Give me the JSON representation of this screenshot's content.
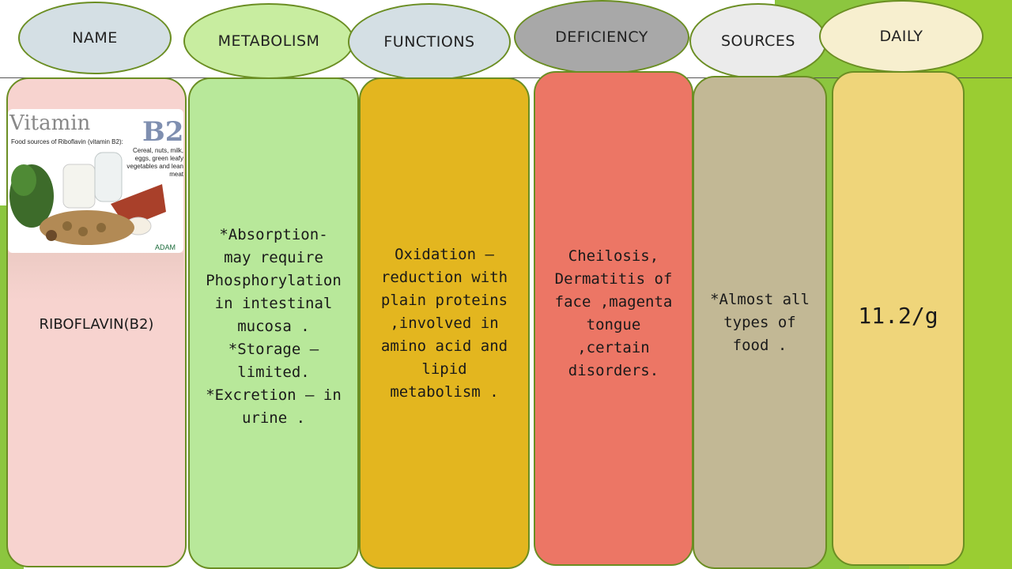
{
  "headers": {
    "name": "NAME",
    "metabolism": "METABOLISM",
    "functions": "FUNCTIONS",
    "deficiency": "DEFICIENCY",
    "sources": "SOURCES",
    "daily": "DAILY"
  },
  "image": {
    "title": "Vitamin",
    "title_suffix": "B2",
    "caption": "Food sources of Riboflavin (vitamin B2):",
    "list": "Cereal, nuts, milk, eggs, green leafy vegetables and lean meat",
    "brand": "ADAM"
  },
  "cells": {
    "name": "RIBOFLAVIN(B2)",
    "metabolism": "*Absorption-\nmay require\nPhosphorylation\nin intestinal\nmucosa .\n*Storage –\nlimited.\n*Excretion – in\nurine .",
    "functions": "Oxidation –\nreduction with\nplain proteins\n,involved in\namino acid and\nlipid\nmetabolism .",
    "deficiency": "Cheilosis,\nDermatitis of\nface ,magenta\ntongue\n,certain\ndisorders.",
    "sources": "*Almost all\ntypes of\nfood .",
    "daily": "11.2/g"
  },
  "colors": {
    "name": "#f7d3cf",
    "metabolism": "#b8e89a",
    "functions": "#e3b61f",
    "deficiency": "#ec7665",
    "sources": "#c2b895",
    "daily": "#efd57a"
  }
}
